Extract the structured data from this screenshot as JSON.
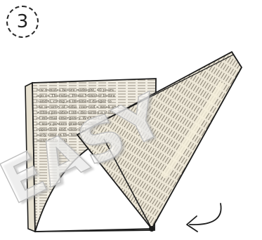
{
  "step": {
    "number": "3"
  },
  "watermark": {
    "text": "EASY"
  },
  "newspaper_left_lines": [
    "few minutes before midnight, 40 years",
    "ago on Thursday, Prime Minister Indira",
    "Gandhi, citing an imminent danger to",
    "the security of India, coerced a weak and",
    "willing president into declaring a state",
    "of internal emergency. With the excuse",
    "of wary powers granted to her, she",
    "opposition and silenced the",
    "early time in the history",
    "ment India that"
  ],
  "colors": {
    "paper": "#f1ede2",
    "paper_shade": "#e4ddc9",
    "stroke": "#1d1d1d",
    "print": "#6b655a"
  }
}
